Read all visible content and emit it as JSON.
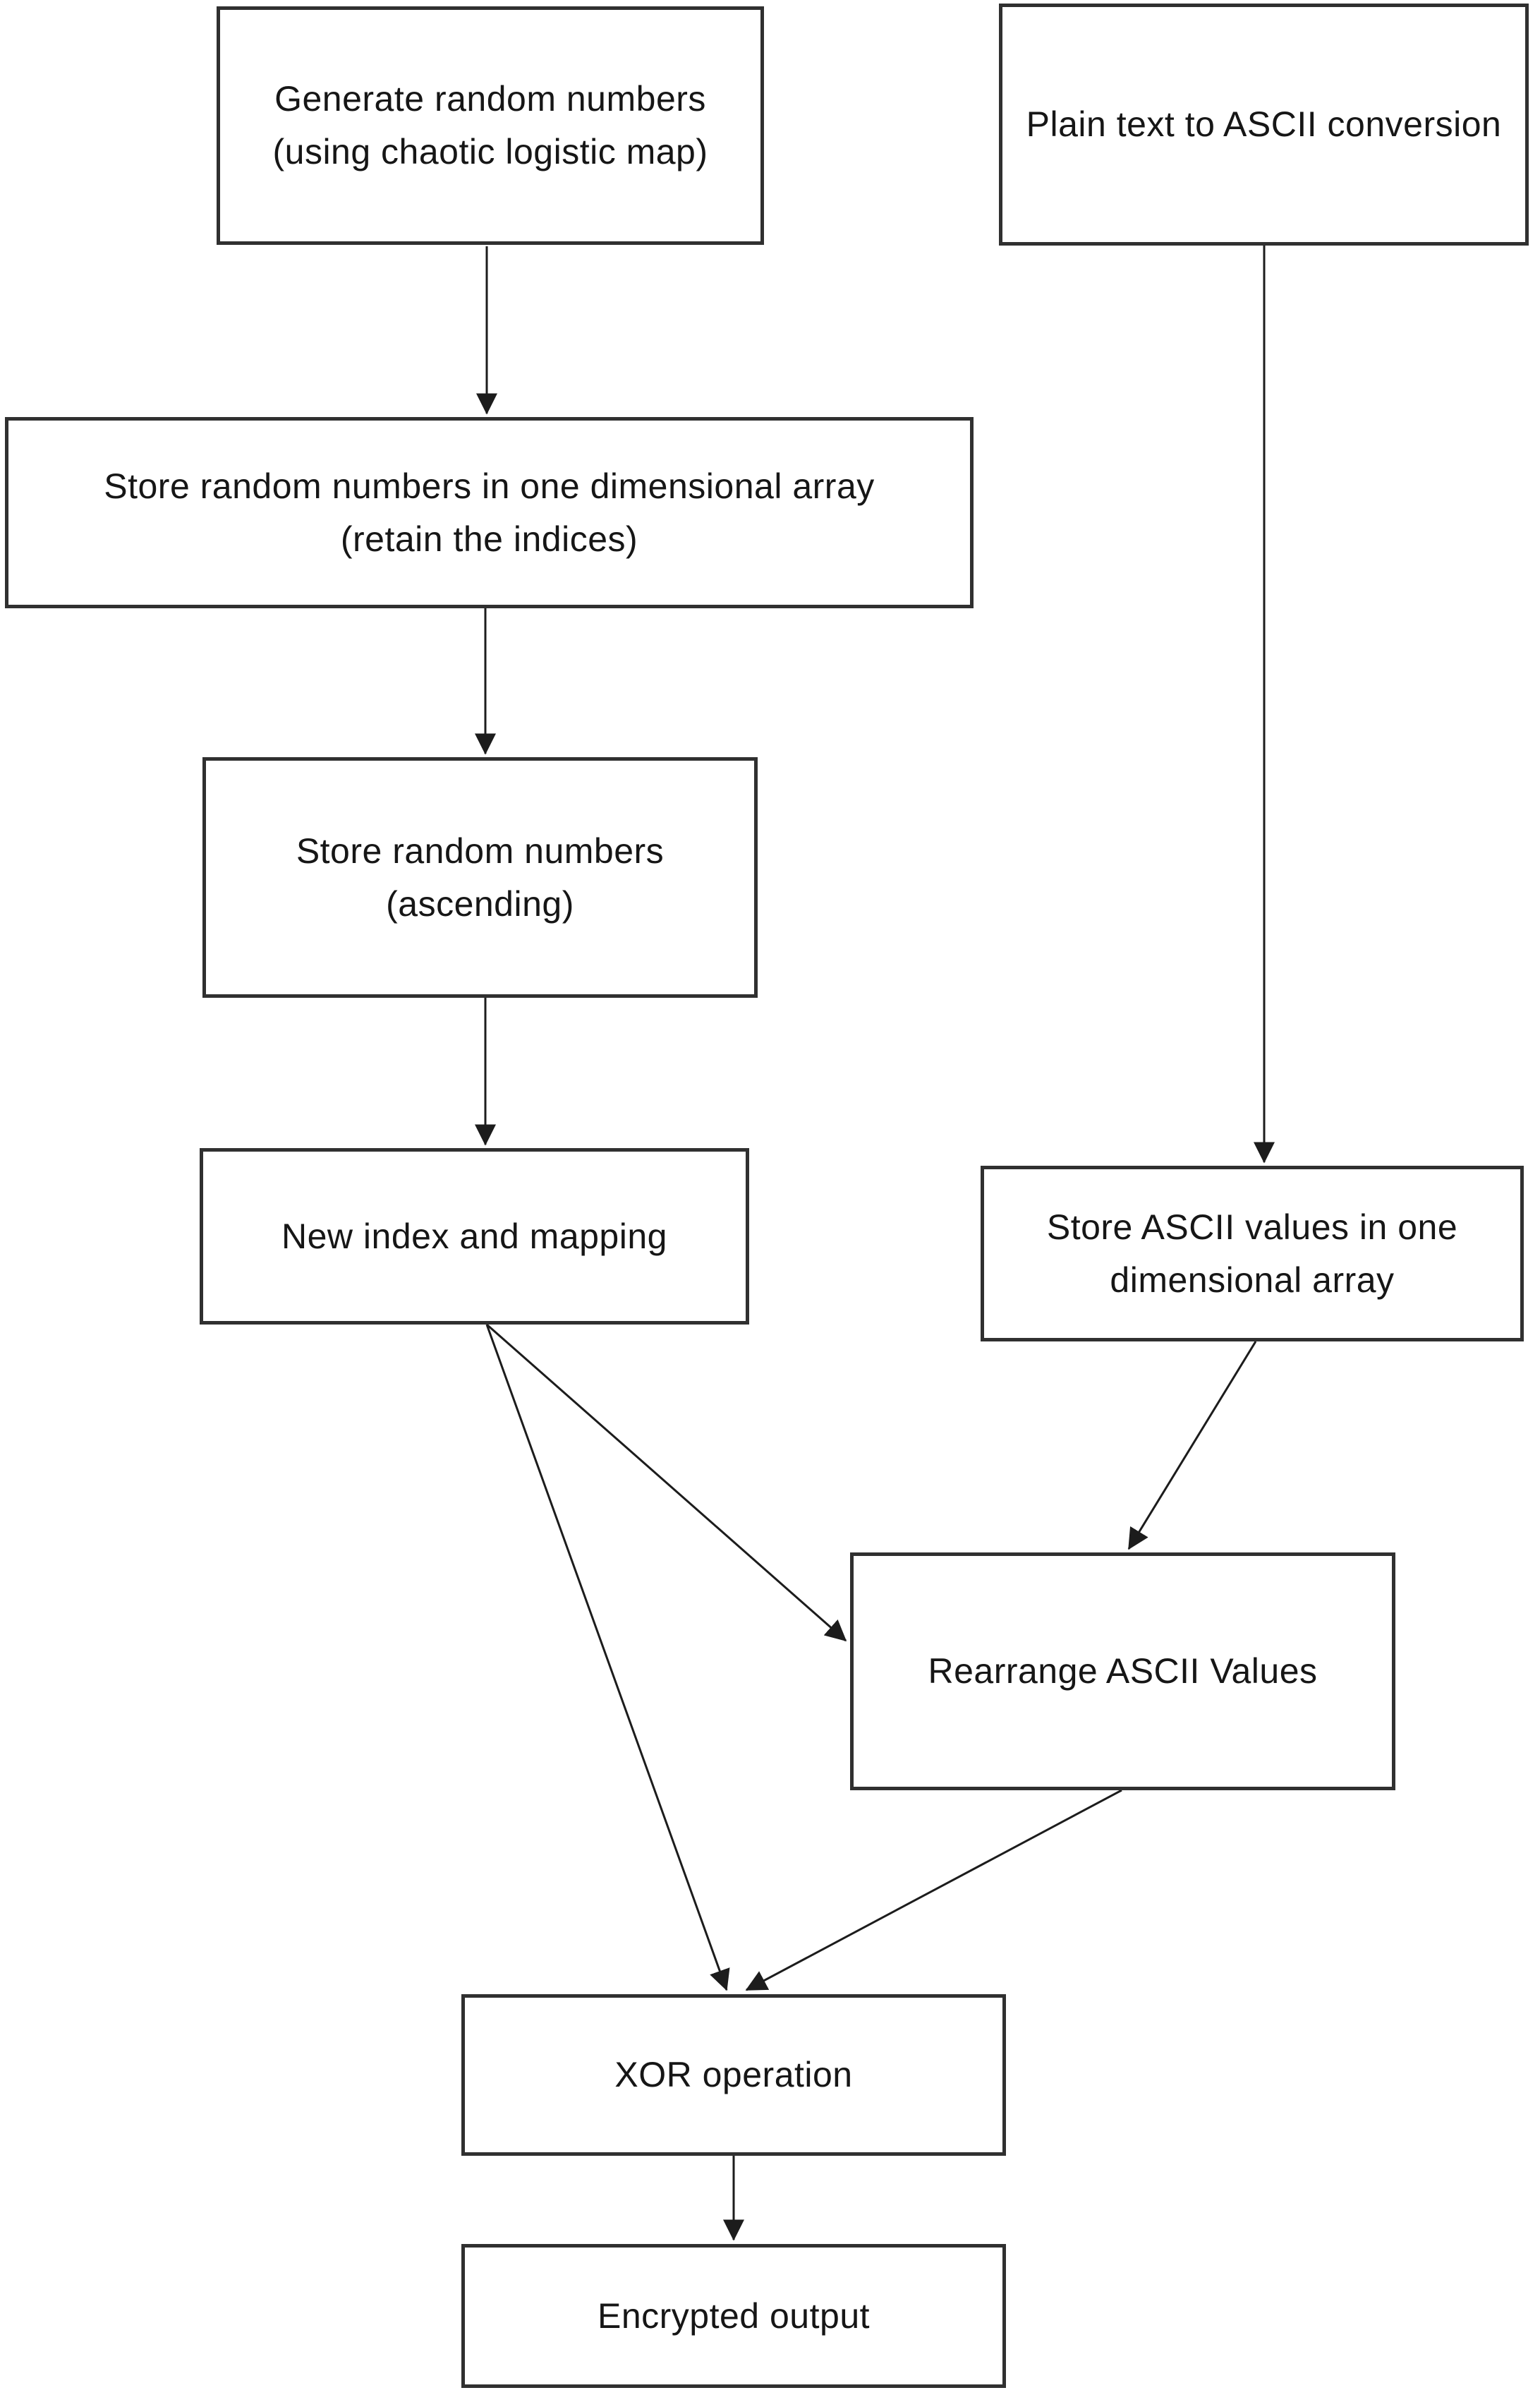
{
  "diagram": {
    "type": "flowchart",
    "background_color": "#ffffff",
    "box_border_color": "#303030",
    "connector_color": "#1c1c1c",
    "text_color": "#161616",
    "nodes": [
      {
        "id": "generate-random",
        "label": [
          "Generate random numbers",
          "(using chaotic logistic map)"
        ]
      },
      {
        "id": "plain-to-ascii",
        "label": [
          "Plain text to ASCII conversion"
        ]
      },
      {
        "id": "store-random-array",
        "label": [
          "Store random numbers in one dimensional array",
          "(retain the indices)"
        ]
      },
      {
        "id": "store-random-ascending",
        "label": [
          "Store random numbers",
          "(ascending)"
        ]
      },
      {
        "id": "new-index-mapping",
        "label": [
          "New index and mapping"
        ]
      },
      {
        "id": "store-ascii-array",
        "label": [
          "Store ASCII values in one",
          "dimensional array"
        ]
      },
      {
        "id": "rearrange-ascii",
        "label": [
          "Rearrange ASCII Values"
        ]
      },
      {
        "id": "xor-operation",
        "label": [
          "XOR operation"
        ]
      },
      {
        "id": "encrypted-output",
        "label": [
          "Encrypted output"
        ]
      }
    ],
    "edges": [
      {
        "from": "generate-random",
        "to": "store-random-array"
      },
      {
        "from": "store-random-array",
        "to": "store-random-ascending"
      },
      {
        "from": "store-random-ascending",
        "to": "new-index-mapping"
      },
      {
        "from": "plain-to-ascii",
        "to": "store-ascii-array"
      },
      {
        "from": "new-index-mapping",
        "to": "rearrange-ascii"
      },
      {
        "from": "store-ascii-array",
        "to": "rearrange-ascii"
      },
      {
        "from": "new-index-mapping",
        "to": "xor-operation"
      },
      {
        "from": "rearrange-ascii",
        "to": "xor-operation"
      },
      {
        "from": "xor-operation",
        "to": "encrypted-output"
      }
    ]
  }
}
